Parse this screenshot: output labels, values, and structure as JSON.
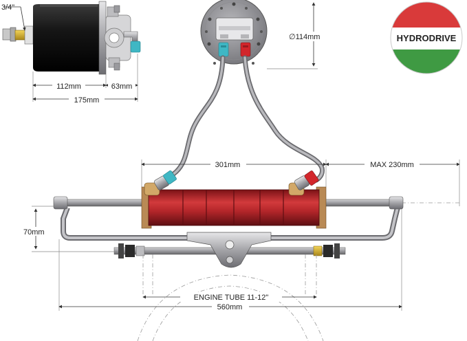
{
  "logo": {
    "brand": "HYDRODRIVE",
    "colors": {
      "top": "#d93a3a",
      "middle": "#ffffff",
      "bottom": "#3f9a43"
    }
  },
  "dimensions": {
    "inlet": "3/4\"",
    "pump_body": "112mm",
    "pump_fittings": "63mm",
    "pump_total": "175mm",
    "pump_diameter": "∅114mm",
    "cylinder_length": "301mm",
    "max_stroke": "MAX 230mm",
    "height": "70mm",
    "engine_tube": "ENGINE TUBE 11-12\"",
    "overall_width": "560mm"
  },
  "colors": {
    "cylinder_red": "#b3262a",
    "fitting_red": "#d2262b",
    "fitting_cyan": "#3fb7c4",
    "metal": "#a9a9ad",
    "pump_black": "#1b1b1b",
    "brass": "#d8b52b"
  }
}
